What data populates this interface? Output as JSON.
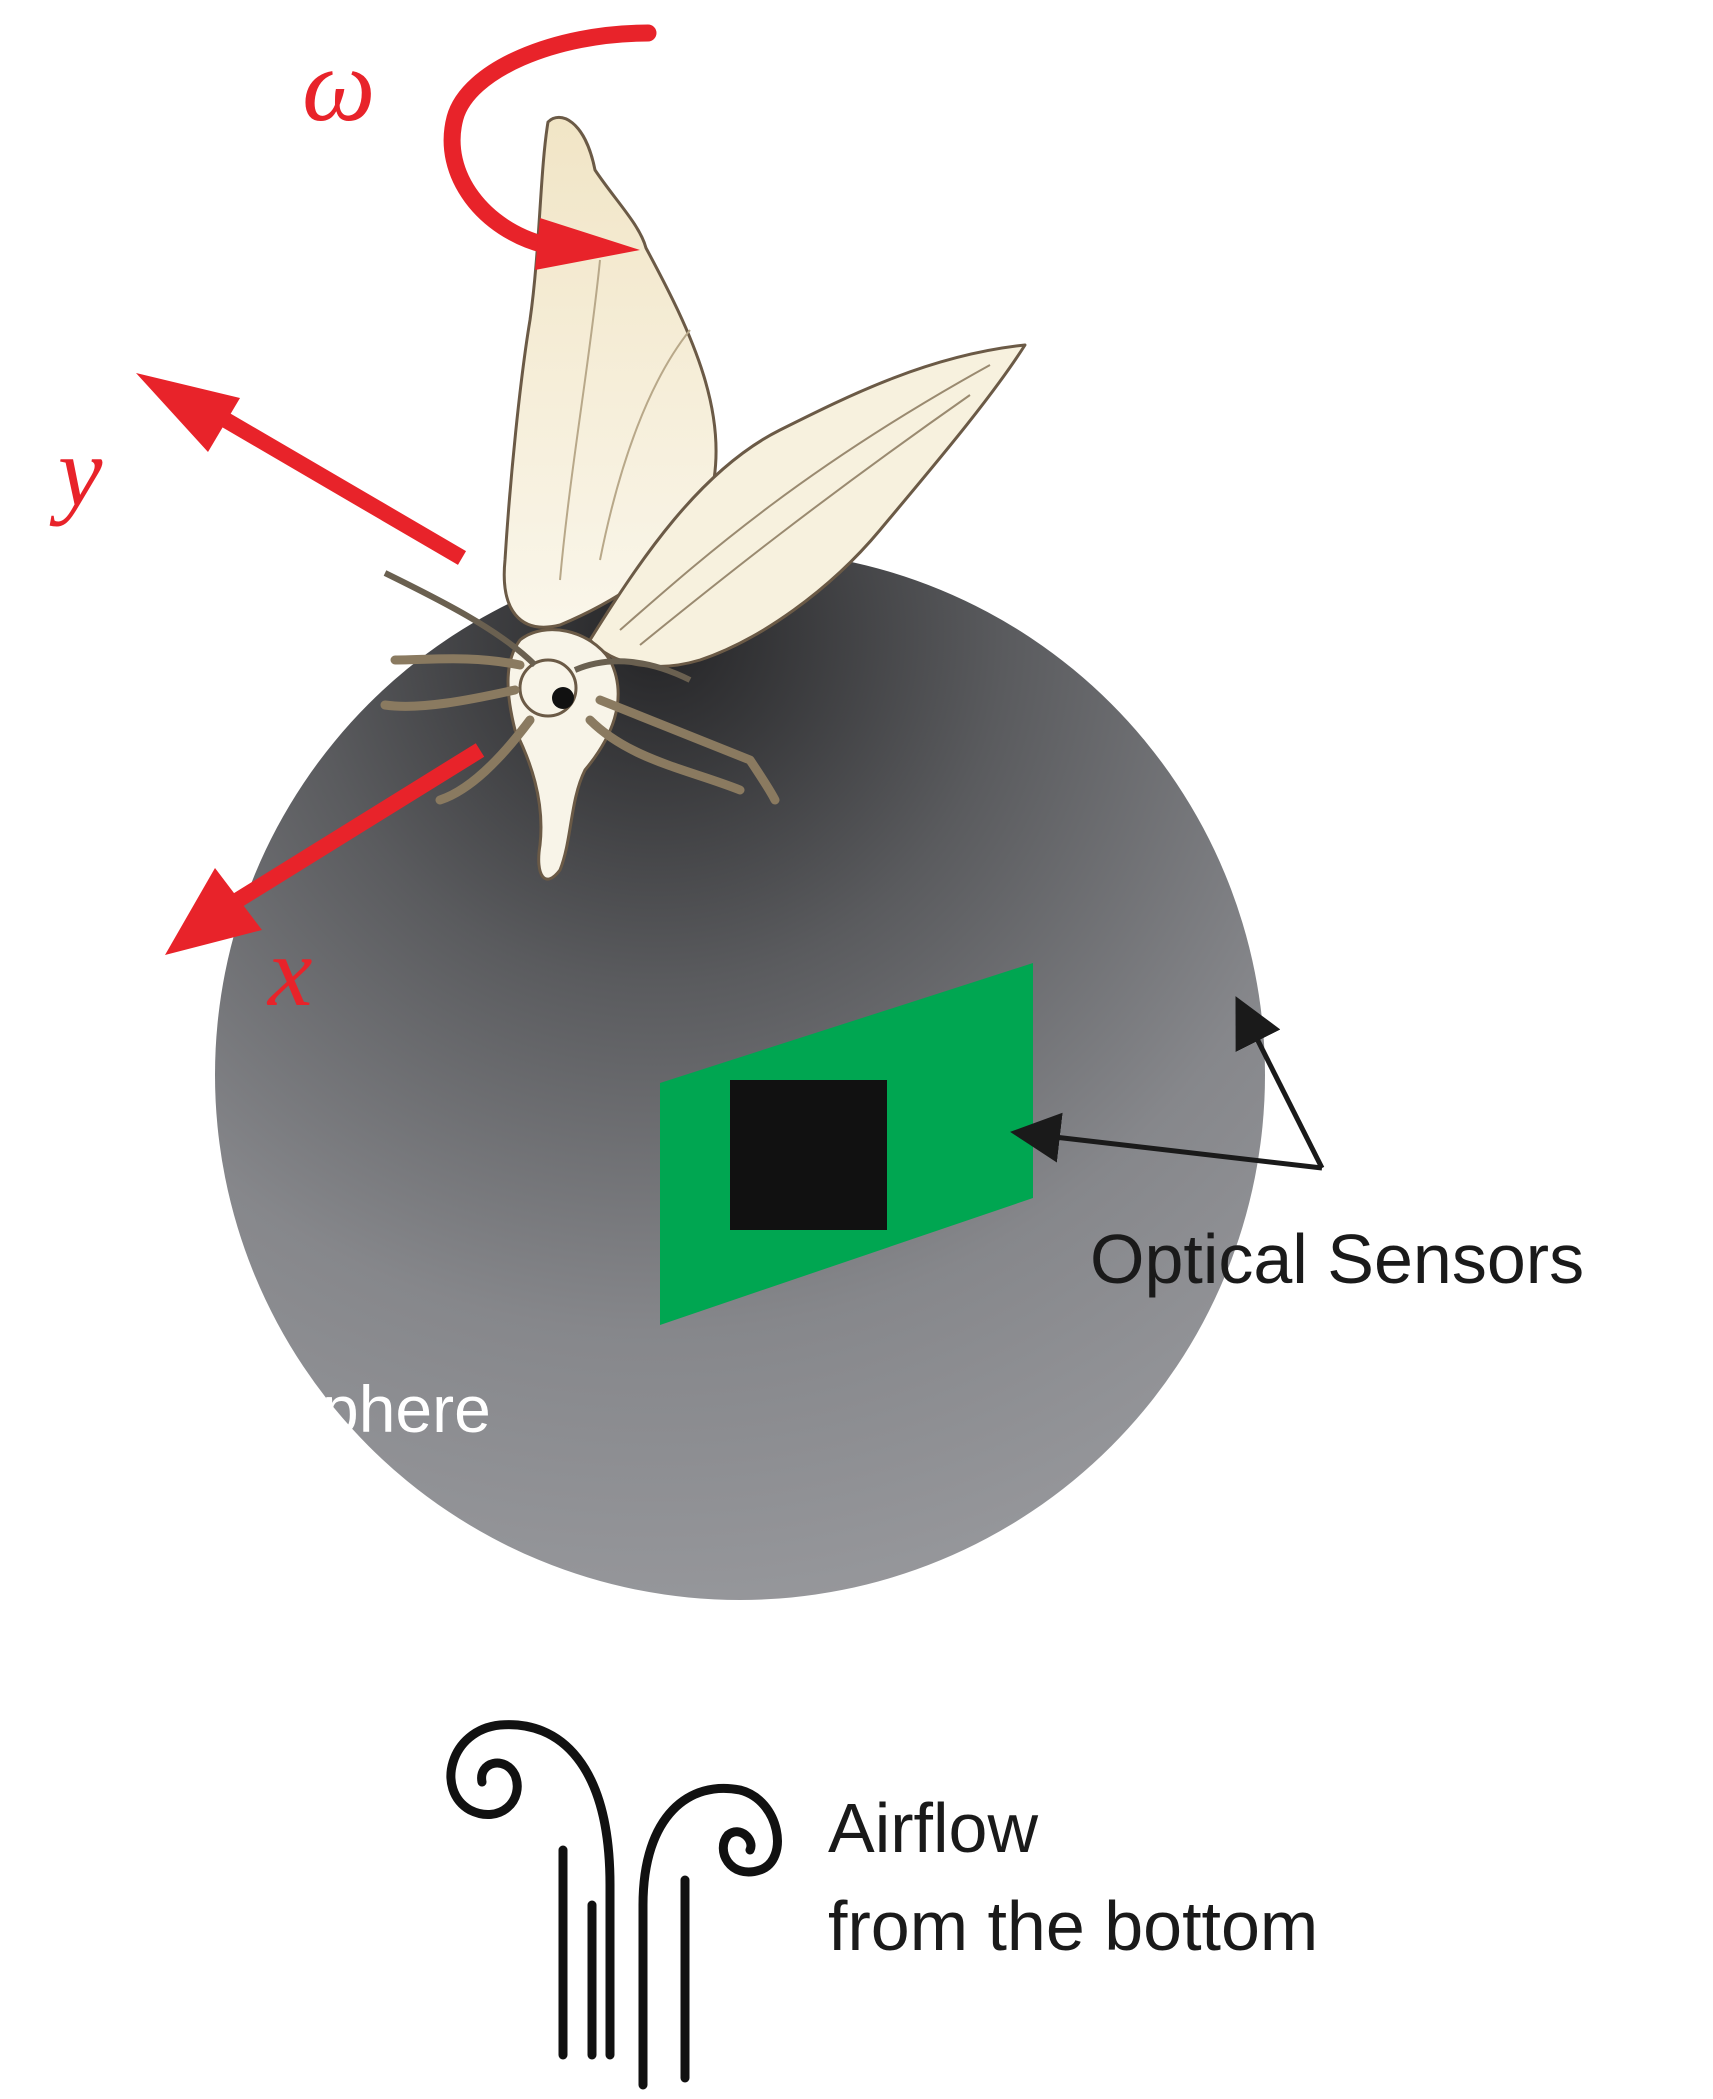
{
  "labels": {
    "omega": "ω",
    "y_axis": "y",
    "x_axis": "x",
    "sphere": "Sphere",
    "optical_sensors": "Optical Sensors",
    "airflow_line1": "Airflow",
    "airflow_line2": "from the bottom"
  },
  "colors": {
    "axis_red": "#e8232a",
    "sensor_green": "#00a651",
    "sensor_window": "#111111",
    "sphere_light": "#929498",
    "sphere_dark": "#2b2b2d",
    "moth_wing": "#f4ecd6",
    "outline": "#1a1a1a"
  },
  "icons": {
    "rotation": "curved-arrow-icon",
    "airflow": "wind-icon"
  }
}
